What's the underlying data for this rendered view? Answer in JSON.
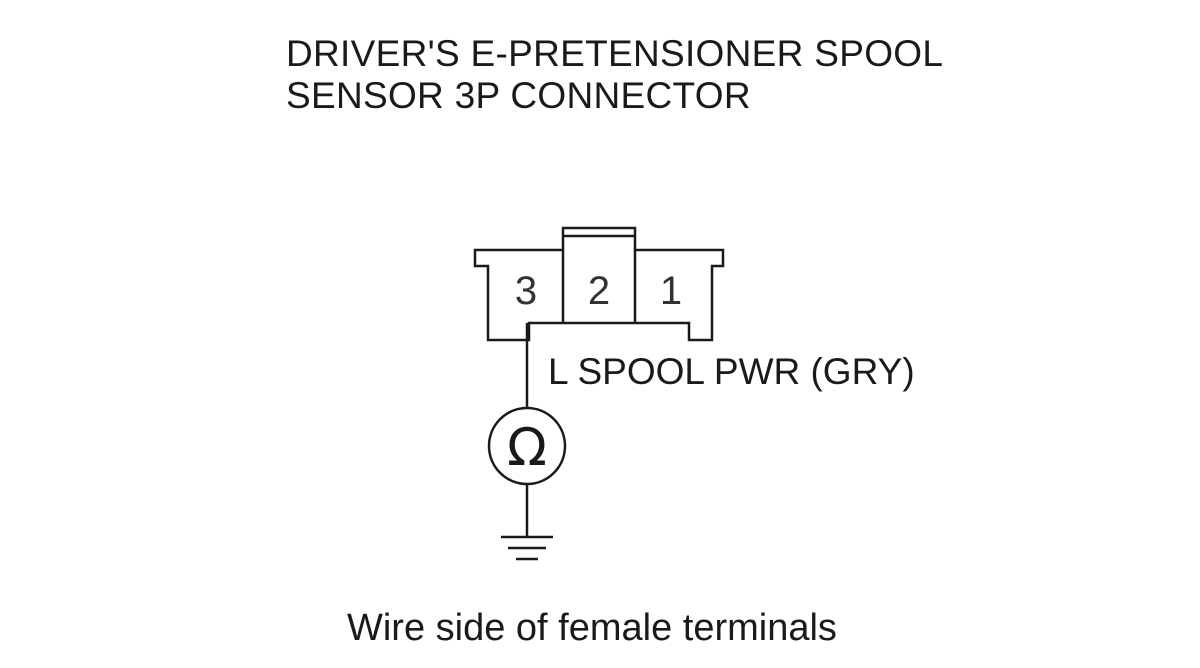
{
  "title": {
    "line1": "DRIVER'S E-PRETENSIONER SPOOL",
    "line2": "SENSOR 3P CONNECTOR"
  },
  "connector": {
    "pins": [
      "3",
      "2",
      "1"
    ]
  },
  "wire_label": "L SPOOL PWR (GRY)",
  "meter": {
    "symbol": "Ω",
    "icon": "ohmmeter-icon"
  },
  "ground": {
    "icon": "ground-symbol-icon"
  },
  "caption": "Wire side of female terminals",
  "colors": {
    "line": "#1a1a1a",
    "text": "#1a1a1a",
    "background": "#ffffff"
  }
}
